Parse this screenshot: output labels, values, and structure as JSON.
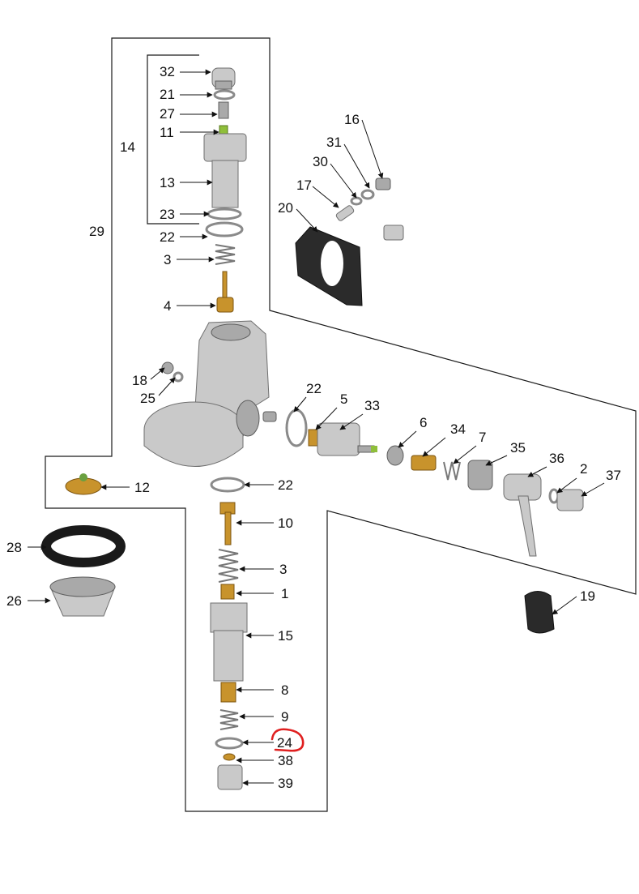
{
  "diagram": {
    "labels": [
      {
        "id": "32",
        "text": "32"
      },
      {
        "id": "21",
        "text": "21"
      },
      {
        "id": "27",
        "text": "27"
      },
      {
        "id": "11",
        "text": "11"
      },
      {
        "id": "14",
        "text": "14"
      },
      {
        "id": "13",
        "text": "13"
      },
      {
        "id": "23",
        "text": "23"
      },
      {
        "id": "22a",
        "text": "22"
      },
      {
        "id": "3a",
        "text": "3"
      },
      {
        "id": "29",
        "text": "29"
      },
      {
        "id": "4",
        "text": "4"
      },
      {
        "id": "16",
        "text": "16"
      },
      {
        "id": "31",
        "text": "31"
      },
      {
        "id": "30",
        "text": "30"
      },
      {
        "id": "17",
        "text": "17"
      },
      {
        "id": "20",
        "text": "20"
      },
      {
        "id": "18",
        "text": "18"
      },
      {
        "id": "25",
        "text": "25"
      },
      {
        "id": "22c",
        "text": "22"
      },
      {
        "id": "5",
        "text": "5"
      },
      {
        "id": "33",
        "text": "33"
      },
      {
        "id": "6",
        "text": "6"
      },
      {
        "id": "34",
        "text": "34"
      },
      {
        "id": "7",
        "text": "7"
      },
      {
        "id": "35",
        "text": "35"
      },
      {
        "id": "36",
        "text": "36"
      },
      {
        "id": "2",
        "text": "2"
      },
      {
        "id": "37",
        "text": "37"
      },
      {
        "id": "12",
        "text": "12"
      },
      {
        "id": "22b",
        "text": "22"
      },
      {
        "id": "10",
        "text": "10"
      },
      {
        "id": "28",
        "text": "28"
      },
      {
        "id": "3b",
        "text": "3"
      },
      {
        "id": "1",
        "text": "1"
      },
      {
        "id": "26",
        "text": "26"
      },
      {
        "id": "19",
        "text": "19"
      },
      {
        "id": "15",
        "text": "15"
      },
      {
        "id": "8",
        "text": "8"
      },
      {
        "id": "9",
        "text": "9"
      },
      {
        "id": "24",
        "text": "24"
      },
      {
        "id": "38",
        "text": "38"
      },
      {
        "id": "39",
        "text": "39"
      }
    ]
  }
}
